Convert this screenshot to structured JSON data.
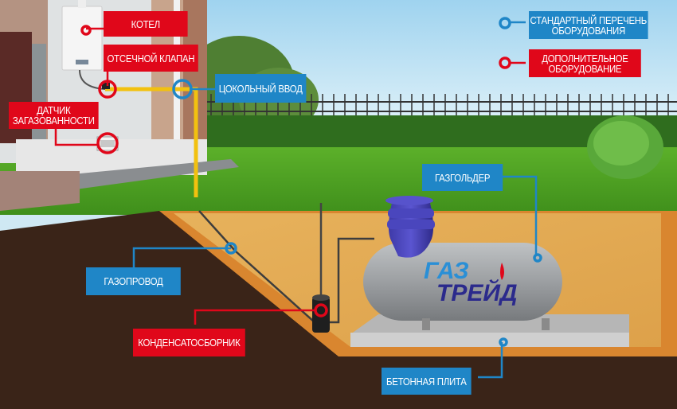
{
  "legend": {
    "standard": {
      "label": "СТАНДАРТНЫЙ ПЕРЕЧЕНЬ ОБОРУДОВАНИЯ",
      "line1": "СТАНДАРТНЫЙ ПЕРЕЧЕНЬ",
      "line2": "ОБОРУДОВАНИЯ",
      "color": "#1f86c7"
    },
    "additional": {
      "label": "ДОПОЛНИТЕЛЬНОЕ ОБОРУДОВАНИЕ",
      "line1": "ДОПОЛНИТЕЛЬНОЕ",
      "line2": "ОБОРУДОВАНИЕ",
      "color": "#e0071a"
    }
  },
  "callouts": {
    "boiler": {
      "label": "КОТЕЛ",
      "type": "additional"
    },
    "shutoff_valve": {
      "label": "ОТСЕЧНОЙ КЛАПАН",
      "type": "additional"
    },
    "gas_sensor": {
      "line1": "ДАТЧИК",
      "line2": "ЗАГАЗОВАННОСТИ",
      "type": "additional"
    },
    "plinth_input": {
      "label": "ЦОКОЛЬНЫЙ ВВОД",
      "type": "standard"
    },
    "gas_holder": {
      "label": "ГАЗГОЛЬДЕР",
      "type": "standard"
    },
    "gas_pipeline": {
      "label": "ГАЗОПРОВОД",
      "type": "standard"
    },
    "condensate_collector": {
      "label": "КОНДЕНСАТОСБОРНИК",
      "type": "additional"
    },
    "concrete_slab": {
      "label": "БЕТОННАЯ ПЛИТА",
      "type": "standard"
    }
  },
  "tank_logo": {
    "line1": "ГАЗ",
    "line2": "ТРЕЙД",
    "color1": "#2a8fd6",
    "color2": "#2b2a8c"
  }
}
